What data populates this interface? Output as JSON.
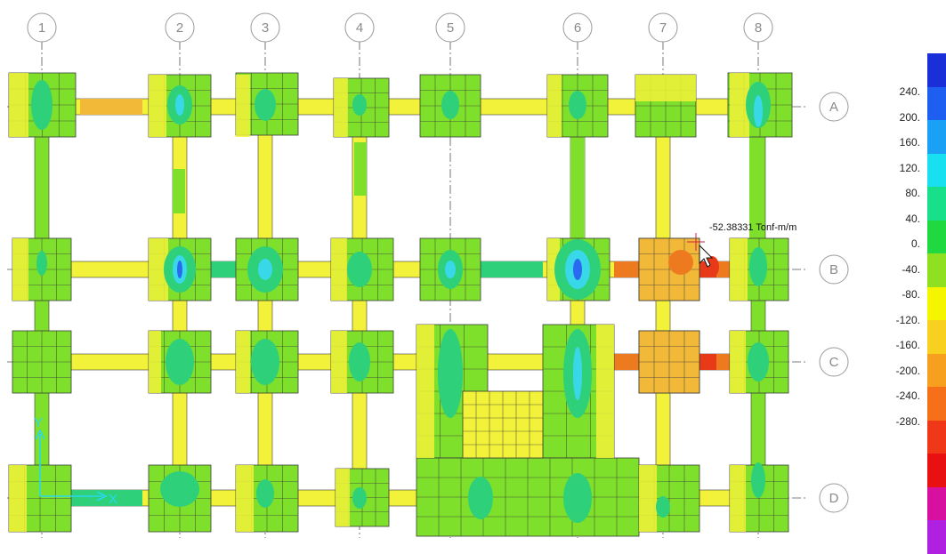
{
  "grid": {
    "columns": [
      "1",
      "2",
      "3",
      "4",
      "5",
      "6",
      "7",
      "8"
    ],
    "rows": [
      "A",
      "B",
      "C",
      "D"
    ]
  },
  "readout": {
    "text": "-52.38331 Tonf-m/m"
  },
  "axes": {
    "y_label": "Y",
    "x_label": "X"
  },
  "legend": {
    "labels": [
      "240.",
      "200.",
      "160.",
      "120.",
      "80.",
      "40.",
      "0.",
      "-40.",
      "-80.",
      "-120.",
      "-160.",
      "-200.",
      "-240.",
      "-280."
    ],
    "colors": [
      "#1a2fd8",
      "#1e5ef0",
      "#1aa0f5",
      "#19e0f0",
      "#18e08a",
      "#20d840",
      "#8ee020",
      "#f5f500",
      "#f8d020",
      "#f7a020",
      "#f57018",
      "#f03818",
      "#e81010",
      "#d810a0",
      "#b020e0"
    ]
  },
  "palette": {
    "pad_green": "#7ee02a",
    "beam_yellow": "#f2f23a",
    "orange": "#f2b838",
    "deep_orange": "#ee7a20",
    "red": "#e83a18",
    "teal": "#2fd07a",
    "cyan": "#38d8e8",
    "blue": "#2a6af0",
    "grid_line": "#555555"
  }
}
